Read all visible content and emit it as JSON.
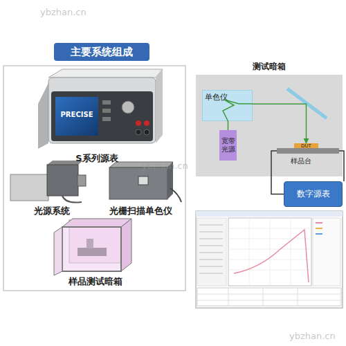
{
  "diagram": {
    "nodes": [
      {
        "text": [
          "主要系统组成"
        ]
      },
      {
        "text": [
          "测试暗箱"
        ]
      },
      {
        "text": [
          "单色仪"
        ],
        "in": 1
      },
      {
        "text": [
          "宽带光源"
        ],
        "in": 1
      },
      {
        "text": [
          "DUT"
        ],
        "in": 1
      },
      {
        "text": [
          "样品台"
        ],
        "in": 1
      },
      {
        "text": [
          "数字源表"
        ]
      }
    ],
    "edges": [
      {
        "from": 3,
        "to": 2,
        "arrow": "none"
      },
      {
        "from": 2,
        "to": 4,
        "arrow": "to"
      },
      {
        "from": 5,
        "to": 6,
        "arrow": "none"
      }
    ],
    "labels": [
      "ybzhan.cn",
      "PRECISE",
      "S系列源表",
      "光源系统",
      "光栅扫描单色仪",
      "样品测试暗箱",
      "ybzhan.cn",
      "ybzhan.cn"
    ]
  }
}
